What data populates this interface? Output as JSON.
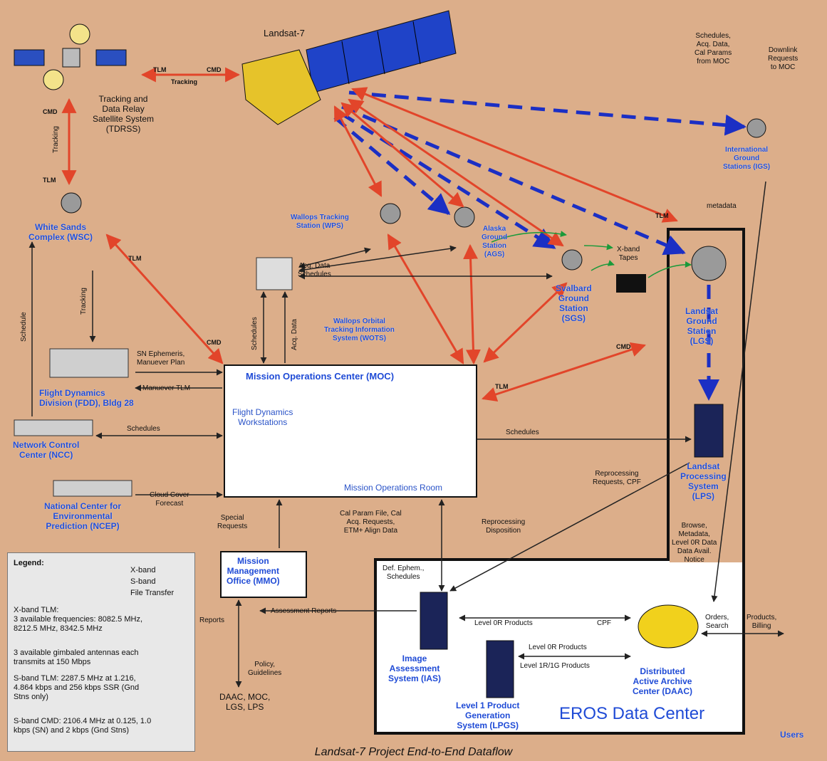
{
  "satellites": {
    "landsat": "Landsat-7",
    "tdrss": "Tracking and\nData Relay\nSatellite System\n(TDRSS)"
  },
  "stations": {
    "wsc": "White Sands\nComplex (WSC)",
    "wps": "Wallops Tracking\nStation (WPS)",
    "ags": "Alaska\nGround\nStation\n(AGS)",
    "sgs": "Svalbard\nGround\nStation\n(SGS)",
    "igs": "International\nGround\nStations (IGS)",
    "lgs": "Landsat\nGround\nStation\n(LGS)",
    "wots": "Wallops Orbital\nTracking Information\nSystem (WOTS)"
  },
  "facilities": {
    "fdd": "Flight Dynamics\nDivision (FDD), Bldg 28",
    "ncc": "Network Control\nCenter (NCC)",
    "ncep": "National Center for\nEnvironmental\nPrediction (NCEP)",
    "mmo": "Mission\nManagement\nOffice (MMO)",
    "moc": "Mission Operations Center (MOC)",
    "fdw": "Flight Dynamics\nWorkstations",
    "mor": "Mission Operations Room",
    "lps": "Landsat\nProcessing\nSystem\n(LPS)",
    "ias": "Image\nAssessment\nSystem (IAS)",
    "lpgs": "Level 1 Product\nGeneration\nSystem (LPGS)",
    "daac": "Distributed\nActive Archive\nCenter (DAAC)",
    "eros": "EROS Data Center",
    "users": "Users"
  },
  "flows": {
    "tlm": "TLM",
    "cmd": "CMD",
    "tracking": "Tracking",
    "sn_ephemeris": "SN Ephemeris,\nManuever Plan",
    "manuever_tlm": "Manuever TLM",
    "schedules": "Schedules",
    "schedule": "Schedule",
    "cloud_cover": "Cloud Cover\nForecast",
    "acq_sched": "Acq. Data\nSchedules",
    "acq_data": "Acq. Data",
    "xband_tapes": "X-band\nTapes",
    "metadata": "metadata",
    "igs_sched": "Schedules,\nAcq. Data,\nCal Params\nfrom MOC",
    "igs_downlink": "Downlink\nRequests\nto MOC",
    "special_requests": "Special\nRequests",
    "cal_params": "Cal Param File, Cal\nAcq. Requests,\nETM+ Align Data",
    "reproc_disp": "Reprocessing\nDisposition",
    "reproc_req": "Reprocessing\nRequests, CPF",
    "browse": "Browse,\nMetadata,\nLevel 0R Data\nData Avail.\nNotice",
    "def_ephem": "Def. Ephem.,\nSchedules",
    "assessment": "Assessment Reports",
    "reports": "Reports",
    "policy": "Policy,\nGuidelines",
    "daac_list": "DAAC, MOC,\nLGS, LPS",
    "l0r": "Level 0R Products",
    "cpf": "CPF",
    "l0r2": "Level 0R Products",
    "l1": "Level 1R/1G Products",
    "orders": "Orders,\nSearch",
    "products": "Products,\nBilling"
  },
  "legend": {
    "title": "Legend:",
    "xband": "X-band",
    "sband": "S-band",
    "file": "File Transfer",
    "n1": "X-band TLM:\n3 available frequencies: 8082.5 MHz,\n8212.5 MHz, 8342.5 MHz",
    "n2": "3 available gimbaled antennas each\ntransmits at 150 Mbps",
    "n3": "S-band TLM: 2287.5 MHz at 1.216,\n4.864 kbps and 256 kbps SSR (Gnd\nStns only)",
    "n4": "S-band CMD: 2106.4 MHz at 0.125, 1.0\nkbps (SN) and 2 kbps (Gnd Stns)"
  },
  "title": "Landsat-7 Project End-to-End Dataflow"
}
